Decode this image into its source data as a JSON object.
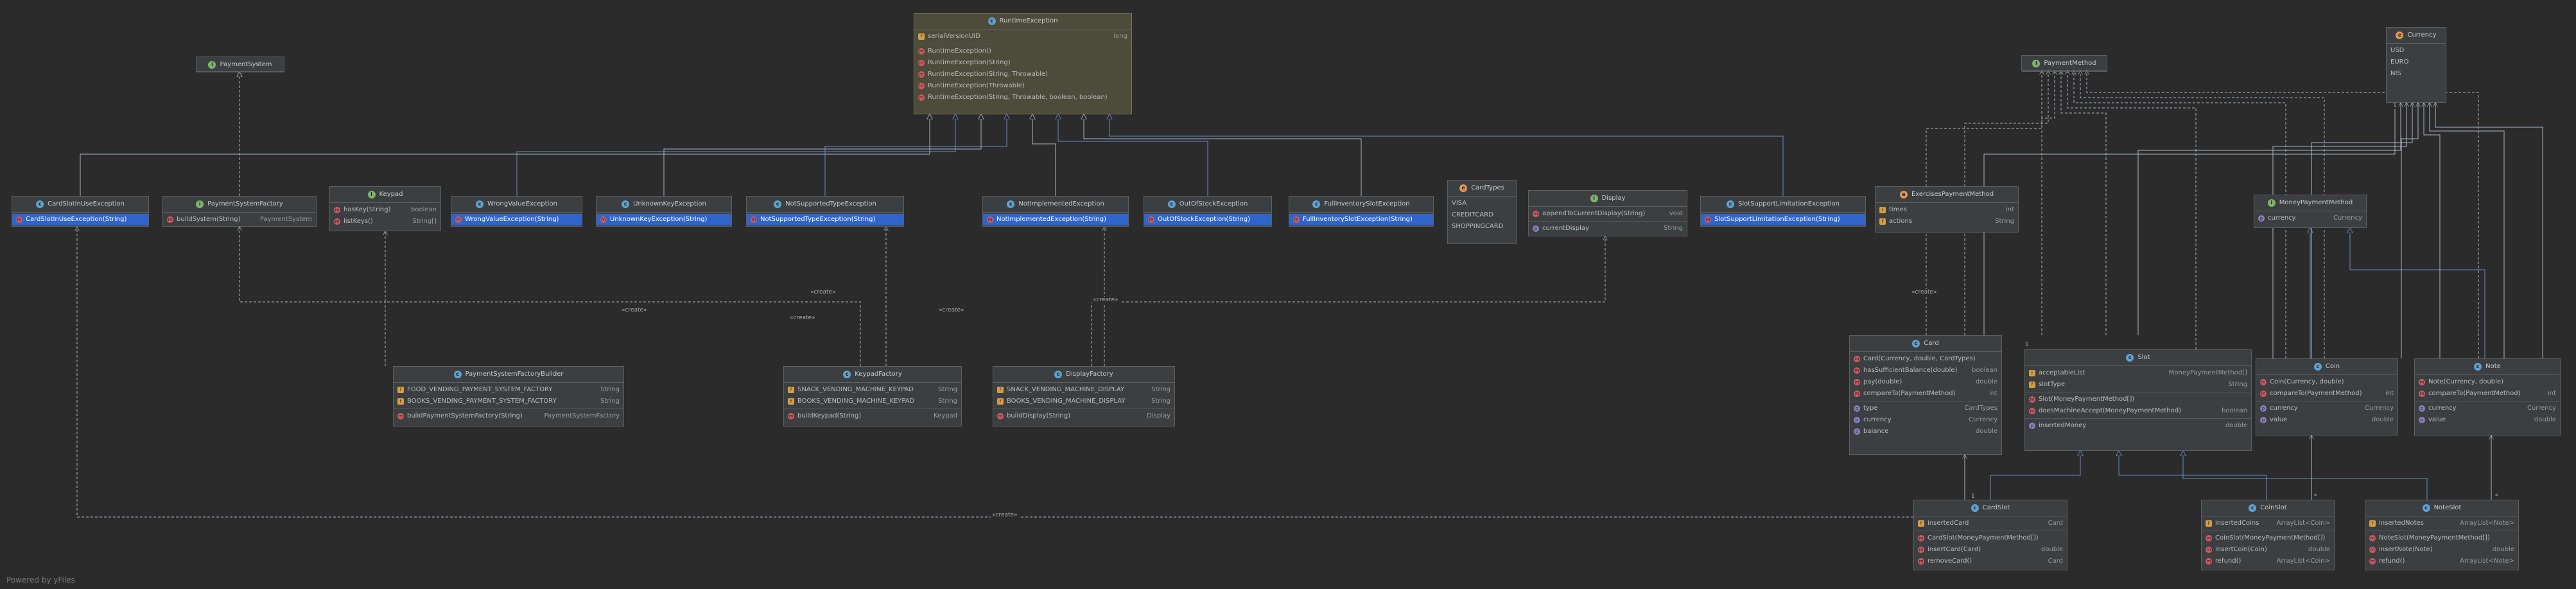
{
  "footer": "Powered by yFiles",
  "edge_labels": {
    "create": "«create»",
    "mult_1": "1",
    "mult_n": "*"
  },
  "colors": {
    "background": "#2b2b2b",
    "node": "#3c3f41",
    "selected_row": "#2f65ca",
    "edge": "#a9b7c6",
    "edge_impl": "#6a8ecb"
  },
  "nodes": {
    "runtime_exception": {
      "name": "RuntimeException",
      "kind": "class",
      "fields": [
        {
          "name": "serialVersionUID",
          "type": "long"
        }
      ],
      "methods": [
        {
          "name": "RuntimeException()"
        },
        {
          "name": "RuntimeException(String)"
        },
        {
          "name": "RuntimeException(String, Throwable)"
        },
        {
          "name": "RuntimeException(Throwable)"
        },
        {
          "name": "RuntimeException(String, Throwable, boolean, boolean)"
        }
      ]
    },
    "payment_system": {
      "name": "PaymentSystem",
      "kind": "interface"
    },
    "payment_method": {
      "name": "PaymentMethod",
      "kind": "interface"
    },
    "currency": {
      "name": "Currency",
      "kind": "enum",
      "constants": [
        "USD",
        "EURO",
        "NIS"
      ]
    },
    "card_slot_in_use": {
      "name": "CardSlotInUseException",
      "kind": "class",
      "methods": [
        {
          "name": "CardSlotInUseException(String)",
          "selected": true
        }
      ]
    },
    "payment_system_factory": {
      "name": "PaymentSystemFactory",
      "kind": "interface",
      "methods": [
        {
          "name": "buildSystem(String)",
          "type": "PaymentSystem"
        }
      ]
    },
    "keypad": {
      "name": "Keypad",
      "kind": "interface",
      "methods": [
        {
          "name": "hasKey(String)",
          "type": "boolean"
        },
        {
          "name": "listKeys()",
          "type": "String[]"
        }
      ]
    },
    "wrong_value": {
      "name": "WrongValueException",
      "kind": "class",
      "methods": [
        {
          "name": "WrongValueException(String)",
          "selected": true
        }
      ]
    },
    "unknown_key": {
      "name": "UnknownKeyException",
      "kind": "class",
      "methods": [
        {
          "name": "UnknownKeyException(String)",
          "selected": true
        }
      ]
    },
    "not_supported_type": {
      "name": "NotSupportedTypeException",
      "kind": "class",
      "methods": [
        {
          "name": "NotSupportedTypeException(String)",
          "selected": true
        }
      ]
    },
    "not_implemented": {
      "name": "NotImplementedException",
      "kind": "class",
      "methods": [
        {
          "name": "NotImplementedException(String)",
          "selected": true
        }
      ]
    },
    "out_of_stock": {
      "name": "OutOfStockException",
      "kind": "class",
      "methods": [
        {
          "name": "OutOfStockException(String)",
          "selected": true
        }
      ]
    },
    "full_inventory": {
      "name": "FullInventorySlotException",
      "kind": "class",
      "methods": [
        {
          "name": "FullInventorySlotException(String)",
          "selected": true
        }
      ]
    },
    "card_types": {
      "name": "CardTypes",
      "kind": "enum",
      "constants": [
        "VISA",
        "CREDITCARD",
        "SHOPPINGCARD"
      ]
    },
    "display": {
      "name": "Display",
      "kind": "interface",
      "methods": [
        {
          "name": "appendToCurrentDisplay(String)",
          "type": "void"
        }
      ],
      "properties": [
        {
          "name": "currentDisplay",
          "type": "String"
        }
      ]
    },
    "slot_support_limitation": {
      "name": "SlotSupportLimitationException",
      "kind": "class",
      "methods": [
        {
          "name": "SlotSupportLimitationException(String)",
          "selected": true
        }
      ]
    },
    "exercises_payment_method": {
      "name": "ExercisesPaymentMethod",
      "kind": "enum",
      "fields": [
        {
          "name": "times",
          "type": "int"
        },
        {
          "name": "actions",
          "type": "String"
        }
      ]
    },
    "money_payment_method": {
      "name": "MoneyPaymentMethod",
      "kind": "interface",
      "properties": [
        {
          "name": "currency",
          "type": "Currency"
        }
      ]
    },
    "card": {
      "name": "Card",
      "kind": "class",
      "methods": [
        {
          "name": "Card(Currency, double, CardTypes)"
        },
        {
          "name": "hasSufficientBalance(double)",
          "type": "boolean"
        },
        {
          "name": "pay(double)",
          "type": "double"
        },
        {
          "name": "compareTo(PaymentMethod)",
          "type": "int"
        }
      ],
      "properties": [
        {
          "name": "type",
          "type": "CardTypes"
        },
        {
          "name": "currency",
          "type": "Currency"
        },
        {
          "name": "balance",
          "type": "double"
        }
      ]
    },
    "slot": {
      "name": "Slot",
      "kind": "class",
      "fields": [
        {
          "name": "acceptableList",
          "type": "MoneyPaymentMethod[]"
        },
        {
          "name": "slotType",
          "type": "String"
        }
      ],
      "methods": [
        {
          "name": "Slot(MoneyPaymentMethod[])"
        },
        {
          "name": "doesMachineAccept(MoneyPaymentMethod)",
          "type": "boolean"
        }
      ],
      "properties": [
        {
          "name": "insertedMoney",
          "type": "double"
        }
      ]
    },
    "coin": {
      "name": "Coin",
      "kind": "class",
      "methods": [
        {
          "name": "Coin(Currency, double)"
        },
        {
          "name": "compareTo(PaymentMethod)",
          "type": "int"
        }
      ],
      "properties": [
        {
          "name": "currency",
          "type": "Currency"
        },
        {
          "name": "value",
          "type": "double"
        }
      ]
    },
    "note": {
      "name": "Note",
      "kind": "class",
      "methods": [
        {
          "name": "Note(Currency, double)"
        },
        {
          "name": "compareTo(PaymentMethod)",
          "type": "int"
        }
      ],
      "properties": [
        {
          "name": "currency",
          "type": "Currency"
        },
        {
          "name": "value",
          "type": "double"
        }
      ]
    },
    "payment_system_factory_builder": {
      "name": "PaymentSystemFactoryBuilder",
      "kind": "class",
      "fields": [
        {
          "name": "FOOD_VENDING_PAYMENT_SYSTEM_FACTORY",
          "type": "String"
        },
        {
          "name": "BOOKS_VENDING_PAYMENT_SYSTEM_FACTORY",
          "type": "String"
        }
      ],
      "methods": [
        {
          "name": "buildPaymentSystemFactory(String)",
          "type": "PaymentSystemFactory"
        }
      ]
    },
    "keypad_factory": {
      "name": "KeypadFactory",
      "kind": "class",
      "fields": [
        {
          "name": "SNACK_VENDING_MACHINE_KEYPAD",
          "type": "String"
        },
        {
          "name": "BOOKS_VENDING_MACHINE_KEYPAD",
          "type": "String"
        }
      ],
      "methods": [
        {
          "name": "buildKeypad(String)",
          "type": "Keypad"
        }
      ]
    },
    "display_factory": {
      "name": "DisplayFactory",
      "kind": "class",
      "fields": [
        {
          "name": "SNACK_VENDING_MACHINE_DISPLAY",
          "type": "String"
        },
        {
          "name": "BOOKS_VENDING_MACHINE_DISPLAY",
          "type": "String"
        }
      ],
      "methods": [
        {
          "name": "buildDisplay(String)",
          "type": "Display"
        }
      ]
    },
    "card_slot": {
      "name": "CardSlot",
      "kind": "class",
      "fields": [
        {
          "name": "insertedCard",
          "type": "Card"
        }
      ],
      "methods": [
        {
          "name": "CardSlot(MoneyPaymentMethod[])"
        },
        {
          "name": "insertCard(Card)",
          "type": "double"
        },
        {
          "name": "removeCard()",
          "type": "Card"
        }
      ]
    },
    "coin_slot": {
      "name": "CoinSlot",
      "kind": "class",
      "fields": [
        {
          "name": "insertedCoins",
          "type": "ArrayList<Coin>"
        }
      ],
      "methods": [
        {
          "name": "CoinSlot(MoneyPaymentMethod[])"
        },
        {
          "name": "insertCoin(Coin)",
          "type": "double"
        },
        {
          "name": "refund()",
          "type": "ArrayList<Coin>"
        }
      ]
    },
    "note_slot": {
      "name": "NoteSlot",
      "kind": "class",
      "fields": [
        {
          "name": "insertedNotes",
          "type": "ArrayList<Note>"
        }
      ],
      "methods": [
        {
          "name": "NoteSlot(MoneyPaymentMethod[])"
        },
        {
          "name": "insertNote(Note)",
          "type": "double"
        },
        {
          "name": "refund()",
          "type": "ArrayList<Note>"
        }
      ]
    }
  }
}
